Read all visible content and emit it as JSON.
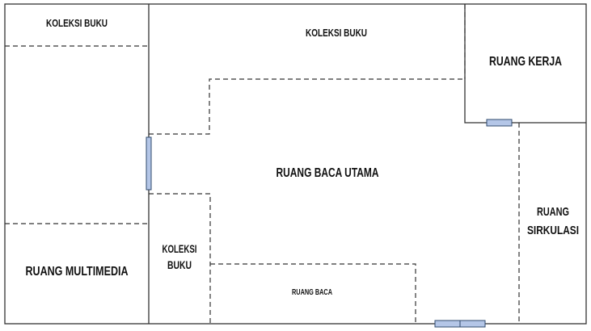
{
  "rooms": {
    "koleksi_buku_top_left": "KOLEKSI BUKU",
    "koleksi_buku_top": "KOLEKSI BUKU",
    "ruang_kerja": "RUANG KERJA",
    "ruang_baca_utama": "RUANG BACA UTAMA",
    "ruang_sirkulasi_line1": "RUANG",
    "ruang_sirkulasi_line2": "SIRKULASI",
    "koleksi_buku_small_line1": "KOLEKSI",
    "koleksi_buku_small_line2": "BUKU",
    "ruang_baca": "RUANG BACA",
    "ruang_multimedia": "RUANG MULTIMEDIA"
  },
  "colors": {
    "door": "#b4c6e7",
    "wall": "#333333"
  }
}
